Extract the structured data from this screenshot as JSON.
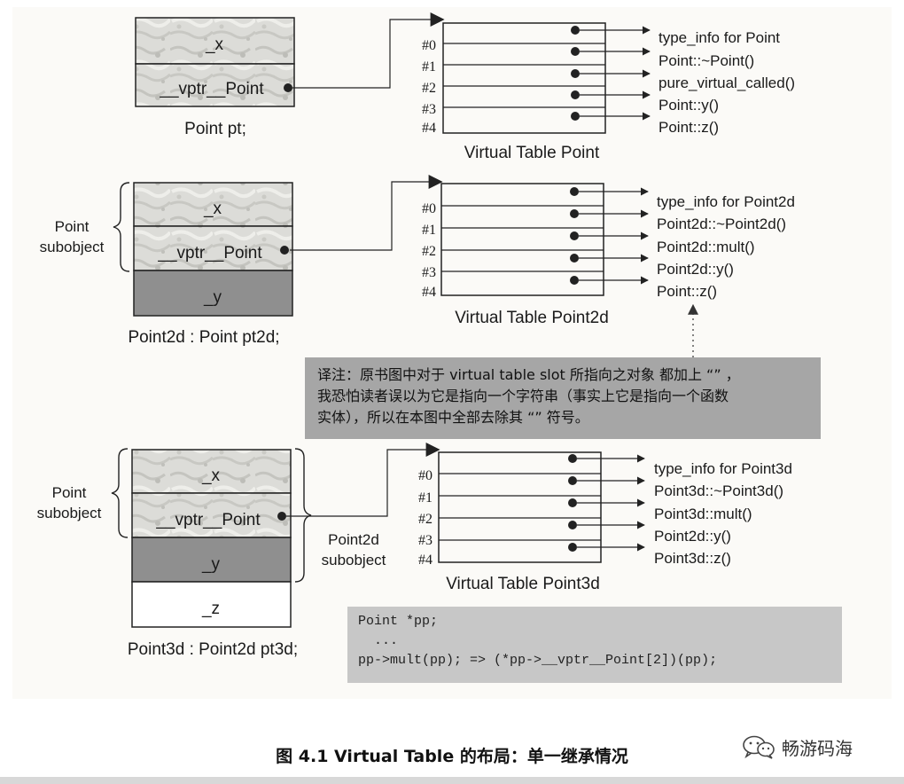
{
  "point": {
    "members": [
      "_x",
      "__vptr__Point"
    ],
    "caption": "Point pt;",
    "vtable": {
      "title": "Virtual Table Point",
      "slots": [
        "#0",
        "#1",
        "#2",
        "#3",
        "#4"
      ],
      "entries": [
        "type_info for Point",
        "Point::~Point()",
        "pure_virtual_called()",
        "Point::y()",
        "Point::z()"
      ]
    }
  },
  "point2d": {
    "members": [
      "_x",
      "__vptr__Point",
      "_y"
    ],
    "caption": "Point2d : Point pt2d;",
    "brace_labels": [
      "Point",
      "subobject"
    ],
    "vtable": {
      "title": "Virtual Table Point2d",
      "slots": [
        "#0",
        "#1",
        "#2",
        "#3",
        "#4"
      ],
      "entries": [
        "type_info for Point2d",
        "Point2d::~Point2d()",
        "Point2d::mult()",
        "Point2d::y()",
        "Point::z()"
      ]
    }
  },
  "point3d": {
    "members": [
      "_x",
      "__vptr__Point",
      "_y",
      "_z"
    ],
    "caption": "Point3d : Point2d pt3d;",
    "brace_labels": [
      "Point",
      "subobject"
    ],
    "brace2_labels": [
      "Point2d",
      "subobject"
    ],
    "vtable": {
      "title": "Virtual Table Point3d",
      "slots": [
        "#0",
        "#1",
        "#2",
        "#3",
        "#4"
      ],
      "entries": [
        "type_info for Point3d",
        "Point3d::~Point3d()",
        "Point3d::mult()",
        "Point2d::y()",
        "Point3d::z()"
      ]
    }
  },
  "note": {
    "lines": [
      "译注：原书图中对于  virtual table slot 所指向之对象 都加上 “” ，",
      "我恐怕读者误以为它是指向一个字符串（事实上它是指向一个函数",
      "实体），所以在本图中全部去除其 “” 符号。"
    ]
  },
  "code": {
    "lines": [
      "Point *pp;",
      "  ...",
      "pp->mult(pp); => (*pp->__vptr__Point[2])(pp);"
    ]
  },
  "caption": "图 4.1   Virtual Table 的布局：单一继承情况",
  "watermark": {
    "text": "畅游码海",
    "icon": "wechat-icon"
  },
  "colors": {
    "mottled": "#dcdcd8",
    "dark_member": "#8f8f8f",
    "note_bg": "#a6a6a6",
    "code_bg": "#c7c7c7"
  }
}
